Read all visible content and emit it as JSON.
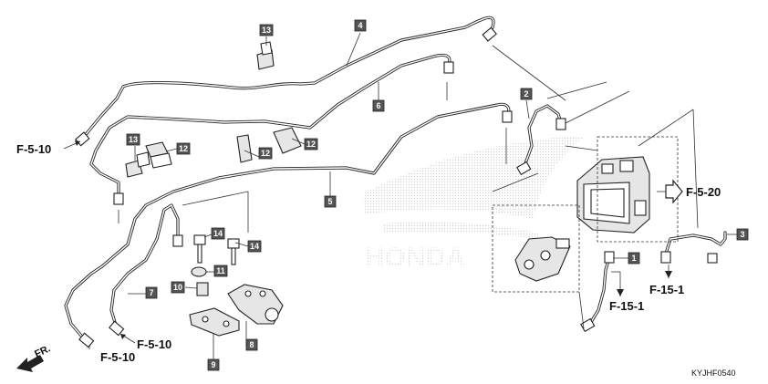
{
  "callouts": {
    "c1": "1",
    "c2": "2",
    "c3": "3",
    "c4": "4",
    "c5": "5",
    "c6": "6",
    "c7": "7",
    "c8": "8",
    "c9": "9",
    "c10": "10",
    "c11": "11",
    "c12a": "12",
    "c12b": "12",
    "c12c": "12",
    "c13a": "13",
    "c13b": "13",
    "c14a": "14",
    "c14b": "14"
  },
  "references": {
    "r1": "F-5-10",
    "r2": "F-5-10",
    "r3": "F-5-10",
    "r4": "F-5-20",
    "r5": "F-15-1",
    "r6": "F-15-1"
  },
  "direction_label": "FR.",
  "diagram_code": "KYJHF0540",
  "colors": {
    "line": "#222222",
    "callout_fill": "#555555",
    "logo_watermark": "#cfcfcf"
  }
}
